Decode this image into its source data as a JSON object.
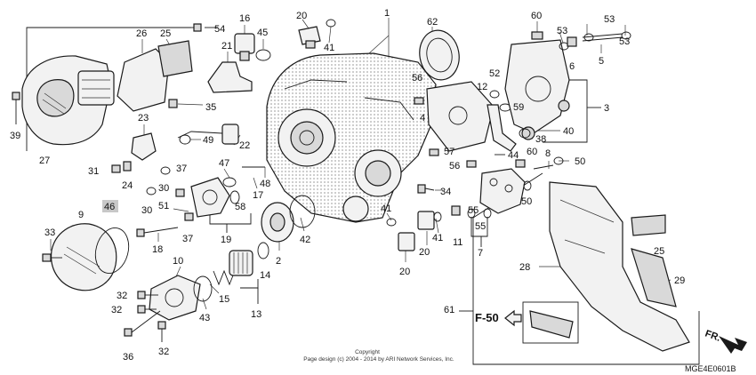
{
  "diagram": {
    "highlighted_part": "46",
    "callouts": [
      {
        "id": "c1",
        "text": "1"
      },
      {
        "id": "c2",
        "text": "2"
      },
      {
        "id": "c3",
        "text": "3"
      },
      {
        "id": "c4",
        "text": "4"
      },
      {
        "id": "c5",
        "text": "5"
      },
      {
        "id": "c6",
        "text": "6"
      },
      {
        "id": "c7",
        "text": "7"
      },
      {
        "id": "c8",
        "text": "8"
      },
      {
        "id": "c9",
        "text": "9"
      },
      {
        "id": "c10",
        "text": "10"
      },
      {
        "id": "c11",
        "text": "11"
      },
      {
        "id": "c12",
        "text": "12"
      },
      {
        "id": "c13",
        "text": "13"
      },
      {
        "id": "c14",
        "text": "14"
      },
      {
        "id": "c15",
        "text": "15"
      },
      {
        "id": "c16",
        "text": "16"
      },
      {
        "id": "c17",
        "text": "17"
      },
      {
        "id": "c18",
        "text": "18"
      },
      {
        "id": "c19",
        "text": "19"
      },
      {
        "id": "c20a",
        "text": "20"
      },
      {
        "id": "c20b",
        "text": "20"
      },
      {
        "id": "c20c",
        "text": "20"
      },
      {
        "id": "c21",
        "text": "21"
      },
      {
        "id": "c22",
        "text": "22"
      },
      {
        "id": "c23",
        "text": "23"
      },
      {
        "id": "c24",
        "text": "24"
      },
      {
        "id": "c25a",
        "text": "25"
      },
      {
        "id": "c25b",
        "text": "25"
      },
      {
        "id": "c26",
        "text": "26"
      },
      {
        "id": "c27",
        "text": "27"
      },
      {
        "id": "c28",
        "text": "28"
      },
      {
        "id": "c29",
        "text": "29"
      },
      {
        "id": "c30a",
        "text": "30"
      },
      {
        "id": "c30b",
        "text": "30"
      },
      {
        "id": "c31",
        "text": "31"
      },
      {
        "id": "c32a",
        "text": "32"
      },
      {
        "id": "c32b",
        "text": "32"
      },
      {
        "id": "c32c",
        "text": "32"
      },
      {
        "id": "c33",
        "text": "33"
      },
      {
        "id": "c34",
        "text": "34"
      },
      {
        "id": "c35",
        "text": "35"
      },
      {
        "id": "c36",
        "text": "36"
      },
      {
        "id": "c37a",
        "text": "37"
      },
      {
        "id": "c37b",
        "text": "37"
      },
      {
        "id": "c38",
        "text": "38"
      },
      {
        "id": "c39",
        "text": "39"
      },
      {
        "id": "c40",
        "text": "40"
      },
      {
        "id": "c41a",
        "text": "41"
      },
      {
        "id": "c41b",
        "text": "41"
      },
      {
        "id": "c41c",
        "text": "41"
      },
      {
        "id": "c42",
        "text": "42"
      },
      {
        "id": "c43",
        "text": "43"
      },
      {
        "id": "c44",
        "text": "44"
      },
      {
        "id": "c45",
        "text": "45"
      },
      {
        "id": "c46",
        "text": "46"
      },
      {
        "id": "c47",
        "text": "47"
      },
      {
        "id": "c48",
        "text": "48"
      },
      {
        "id": "c49",
        "text": "49"
      },
      {
        "id": "c50a",
        "text": "50"
      },
      {
        "id": "c50b",
        "text": "50"
      },
      {
        "id": "c51",
        "text": "51"
      },
      {
        "id": "c52",
        "text": "52"
      },
      {
        "id": "c53a",
        "text": "53"
      },
      {
        "id": "c53b",
        "text": "53"
      },
      {
        "id": "c53c",
        "text": "53"
      },
      {
        "id": "c54",
        "text": "54"
      },
      {
        "id": "c55a",
        "text": "55"
      },
      {
        "id": "c55b",
        "text": "55"
      },
      {
        "id": "c56a",
        "text": "56"
      },
      {
        "id": "c56b",
        "text": "56"
      },
      {
        "id": "c57",
        "text": "57"
      },
      {
        "id": "c58",
        "text": "58"
      },
      {
        "id": "c59",
        "text": "59"
      },
      {
        "id": "c60a",
        "text": "60"
      },
      {
        "id": "c60b",
        "text": "60"
      },
      {
        "id": "c61",
        "text": "61"
      },
      {
        "id": "c62",
        "text": "62"
      }
    ],
    "fwd_label": "F-50",
    "front_label": "FR.",
    "copyright_line1": "Copyright",
    "copyright_line2": "Page design (c) 2004 - 2014 by ARI Network Services, Inc.",
    "diagram_code": "MGE4E0601B"
  }
}
